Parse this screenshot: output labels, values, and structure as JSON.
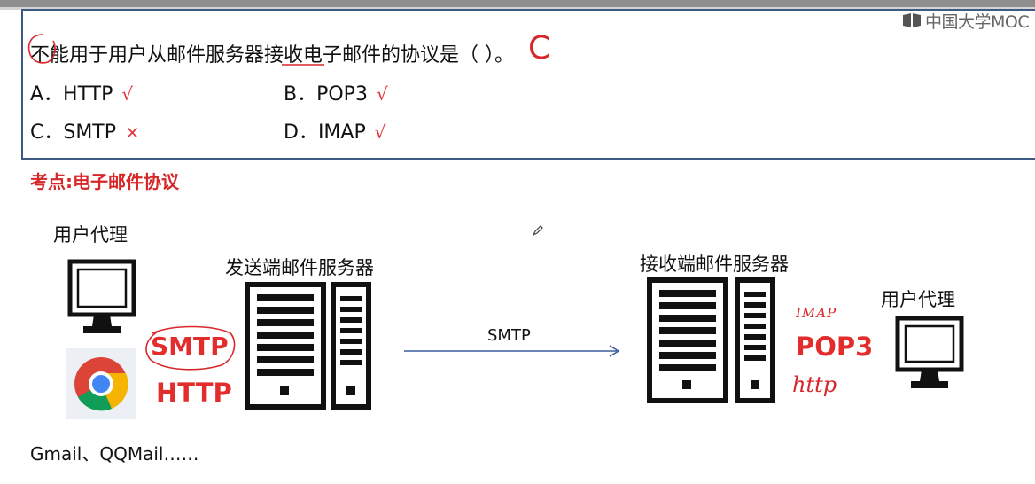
{
  "header": {
    "logo_text": "中国大学MOC"
  },
  "question": {
    "text": "不能用于用户从邮件服务器接收电子邮件的协议是（     ）。",
    "handwritten_answer": "C",
    "options": [
      {
        "label": "A．HTTP",
        "mark": "√"
      },
      {
        "label": "B．POP3",
        "mark": "√"
      },
      {
        "label": "C．SMTP",
        "mark": "×"
      },
      {
        "label": "D．IMAP",
        "mark": "√"
      }
    ]
  },
  "topic": {
    "text": "考点:电子邮件协议"
  },
  "diagram": {
    "user_agent_left": "用户代理",
    "sender_server": "发送端邮件服务器",
    "receiver_server": "接收端邮件服务器",
    "user_agent_right": "用户代理",
    "transfer_protocol": "SMTP",
    "send_protocols": [
      "SMTP",
      "HTTP"
    ],
    "receive_protocols": {
      "top": "IMAP",
      "main": "POP3",
      "bottom": "http"
    },
    "clients": "Gmail、QQMail……"
  },
  "colors": {
    "frame": "#3d5a80",
    "red": "#e32d2d",
    "arrow": "#3a5f9e"
  },
  "icons": [
    "book-logo-icon",
    "monitor-icon",
    "chrome-icon",
    "server-icon",
    "pencil-icon"
  ]
}
